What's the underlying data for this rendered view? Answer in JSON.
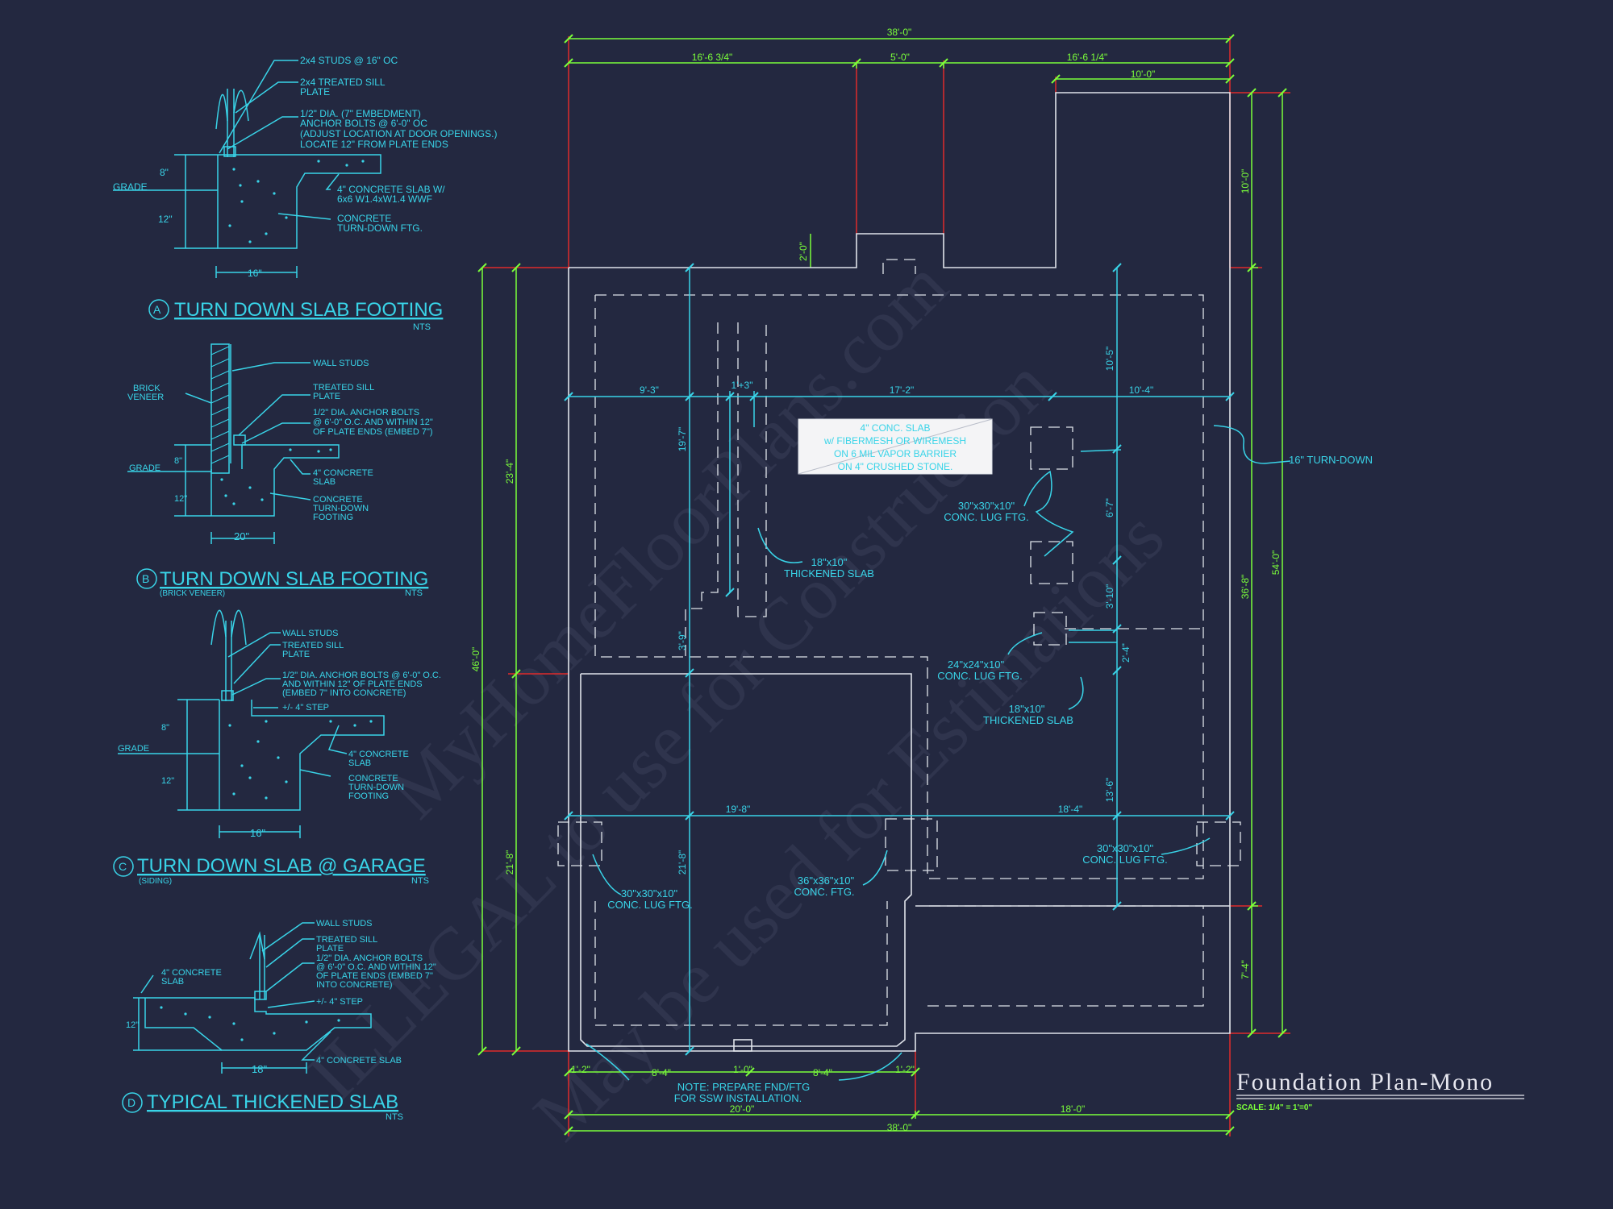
{
  "colors": {
    "background": "#232840",
    "cyan": "#39d4e8",
    "green": "#7bff3a",
    "red": "#e02a2a",
    "wall": "#dfe3ea",
    "white": "#e8e8f0"
  },
  "details": {
    "a": {
      "letter": "A",
      "title": "TURN DOWN SLAB FOOTING",
      "nts": "NTS",
      "labels": [
        "2x4 STUDS @ 16\" OC",
        "2x4 TREATED SILL",
        "PLATE",
        "1/2\" DIA. (7\" EMBEDMENT)",
        "ANCHOR BOLTS @ 6'-0\" OC",
        "(ADJUST LOCATION AT DOOR OPENINGS.)",
        "LOCATE 12\" FROM PLATE ENDS",
        "4\" CONCRETE SLAB W/",
        "6x6 W1.4xW1.4 WWF",
        "CONCRETE",
        "TURN-DOWN FTG.",
        "GRADE",
        "8\"",
        "12\"",
        "16\""
      ]
    },
    "b": {
      "letter": "B",
      "title": "TURN DOWN SLAB FOOTING",
      "subtitle": "(BRICK VENEER)",
      "nts": "NTS",
      "labels": [
        "WALL STUDS",
        "TREATED SILL",
        "PLATE",
        "1/2\" DIA. ANCHOR BOLTS",
        "@ 6'-0\" O.C. AND WITHIN 12\"",
        "OF PLATE ENDS (EMBED 7\")",
        "4\" CONCRETE",
        "SLAB",
        "CONCRETE",
        "TURN-DOWN",
        "FOOTING",
        "BRICK",
        "VENEER",
        "GRADE",
        "8\"",
        "12\"",
        "20\""
      ]
    },
    "c": {
      "letter": "C",
      "title": "TURN DOWN SLAB @ GARAGE",
      "subtitle": "(SIDING)",
      "nts": "NTS",
      "labels": [
        "WALL STUDS",
        "TREATED SILL",
        "PLATE",
        "1/2\" DIA. ANCHOR BOLTS @ 6'-0\" O.C.",
        "AND WITHIN 12\" OF PLATE ENDS",
        "(EMBED 7\" INTO CONCRETE)",
        "+/- 4\" STEP",
        "4\" CONCRETE",
        "SLAB",
        "CONCRETE",
        "TURN-DOWN",
        "FOOTING",
        "GRADE",
        "8\"",
        "12\"",
        "16\""
      ]
    },
    "d": {
      "letter": "D",
      "title": "TYPICAL THICKENED SLAB",
      "nts": "NTS",
      "labels": [
        "WALL STUDS",
        "TREATED SILL",
        "PLATE",
        "1/2\" DIA. ANCHOR BOLTS",
        "@ 6'-0\" O.C. AND WITHIN 12\"",
        "OF PLATE ENDS (EMBED 7\"",
        "INTO CONCRETE)",
        "+/- 4\" STEP",
        "4\" CONCRETE",
        "SLAB",
        "4\" CONCRETE SLAB",
        "12\"",
        "18\""
      ]
    }
  },
  "plan": {
    "dims_top": [
      "38'-0\"",
      "16'-6 3/4\"",
      "5'-0\"",
      "16'-6 1/4\"",
      "10'-0\"",
      "2'-0\""
    ],
    "dims_bottom": [
      "1'-2\"",
      "8'-4\"",
      "1'-0\"",
      "8'-4\"",
      "1'-2\"",
      "20'-0\"",
      "18'-0\"",
      "38'-0\""
    ],
    "dims_left": [
      "46'-0\"",
      "23'-4\"",
      "21'-8\""
    ],
    "dims_right": [
      "54'-0\"",
      "10'-0\"",
      "36'-8\"",
      "7'-4\""
    ],
    "dims_interior": [
      "9'-3\"",
      "1'+3\"",
      "17'-2\"",
      "10'-4\"",
      "19'-7\"",
      "3'-9\"",
      "21'-8\"",
      "10'-5\"",
      "6'-7\"",
      "3'-10\"",
      "2'-4\"",
      "13'-6\"",
      "19'-8\"",
      "18'-4\""
    ],
    "slab_note": [
      "4\" CONC. SLAB",
      "w/ FIBERMESH OR WIREMESH",
      "ON 6 MIL VAPOR BARRIER",
      "ON 4\" CRUSHED STONE."
    ],
    "callouts": {
      "lug1": [
        "30\"x30\"x10\"",
        "CONC. LUG FTG."
      ],
      "lug2": [
        "24\"x24\"x10\"",
        "CONC. LUG FTG."
      ],
      "thick1": [
        "18\"x10\"",
        "THICKENED SLAB"
      ],
      "thick2": [
        "18\"x10\"",
        "THICKENED SLAB"
      ],
      "lug3": [
        "30\"x30\"x10\"",
        "CONC. LUG FTG."
      ],
      "lug4": [
        "30\"x30\"x10\"",
        "CONC. LUG FTG."
      ],
      "ftg": [
        "36\"x36\"x10\"",
        "CONC. FTG."
      ],
      "turndown": "16\" TURN-DOWN",
      "ssw": [
        "NOTE: PREPARE FND/FTG",
        "FOR SSW INSTALLATION."
      ]
    },
    "title": "Foundation Plan-Mono",
    "scale": "SCALE: 1/4\" = 1'=0\""
  },
  "watermark": [
    "MyHomeFloorPlans.com",
    "ILLEGAL to use for Construction",
    "May be used for Estimations"
  ]
}
